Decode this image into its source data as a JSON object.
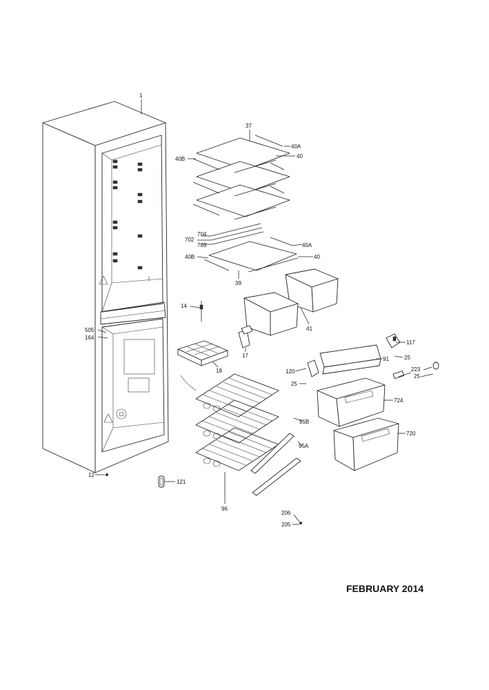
{
  "labels": {
    "p1": "1",
    "p37": "37",
    "p40A_top": "40A",
    "p40_top": "40",
    "p40B_top": "40B",
    "p704": "704",
    "p702": "702",
    "p703": "703",
    "p40A_mid": "40A",
    "p40B_mid": "40B",
    "p40_mid": "40",
    "p39": "39",
    "p14": "14",
    "p41": "41",
    "p505": "505",
    "p164": "164",
    "p17": "17",
    "p18": "18",
    "p117": "117",
    "p91": "91",
    "p25a": "25",
    "p120": "120",
    "p223": "223",
    "p25b": "25",
    "p25c": "25",
    "p724": "724",
    "p95B": "95B",
    "p720": "720",
    "p95A": "95A",
    "p12": "12",
    "p121": "121",
    "p96": "96",
    "p206": "206",
    "p205": "205"
  },
  "footer": {
    "date": "FEBRUARY 2014"
  }
}
